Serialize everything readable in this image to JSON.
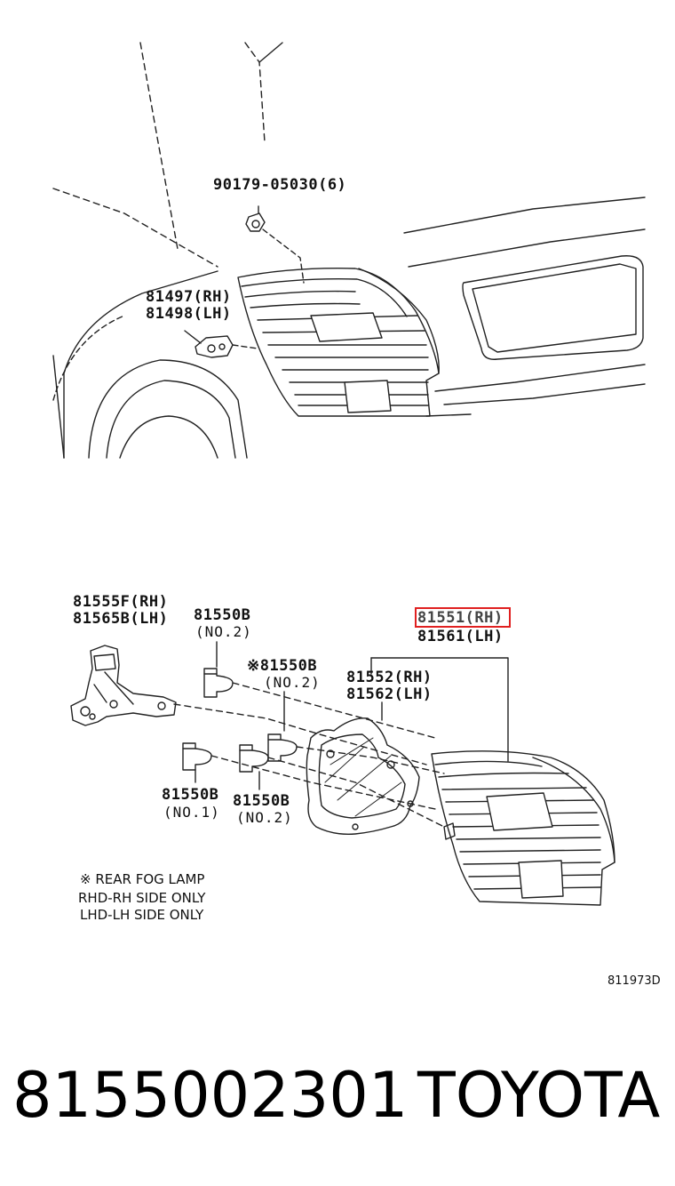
{
  "labels": {
    "bolt": "90179-05030(6)",
    "bracket_rh": "81497(RH)",
    "bracket_lh": "81498(LH)",
    "holder_rh": "81555F(RH)",
    "holder_lh": "81565B(LH)",
    "bulb_top": "81550B",
    "bulb_top_no": "(NO.2)",
    "bulb_fog": "※81550B",
    "bulb_fog_no": "(NO.2)",
    "lamp_rh": "81551(RH)",
    "lamp_lh": "81561(LH)",
    "gasket_rh": "81552(RH)",
    "gasket_lh": "81562(LH)",
    "bulb_no1": "81550B",
    "bulb_no1_no": "(NO.1)",
    "bulb_no2": "81550B",
    "bulb_no2_no": "(NO.2)"
  },
  "notes": {
    "line1": "※ REAR FOG LAMP",
    "line2": "RHD-RH SIDE ONLY",
    "line3": "LHD-LH SIDE ONLY"
  },
  "figure_code": "811973D",
  "footer": {
    "part_number": "8155002301",
    "brand": "TOYOTA"
  },
  "highlight_color": "#e02020"
}
